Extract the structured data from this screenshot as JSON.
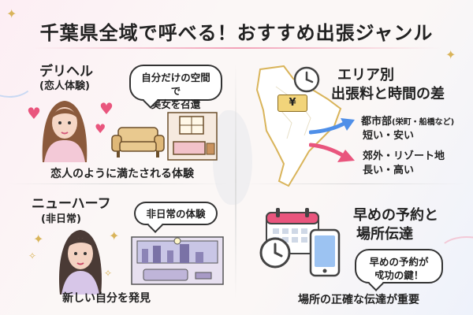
{
  "title": "千葉県全域で呼べる！おすすめ出張ジャンル",
  "deli": {
    "heading": "デリヘル",
    "sub": "(恋人体験)",
    "bubble_line1": "自分だけの空間で",
    "bubble_line2": "美女を召還",
    "caption": "恋人のように満たされる体験"
  },
  "newhalf": {
    "heading": "ニューハーフ",
    "sub": "(非日常)",
    "bubble": "非日常の体験",
    "caption": "新しい自分を発見"
  },
  "area": {
    "heading_line1": "エリア別",
    "heading_line2": "出張料と時間の差",
    "city_name": "都市部",
    "city_note": "(栄町・船橋など)",
    "city_desc": "短い・安い",
    "suburb_name": "郊外・リゾート地",
    "suburb_desc": "長い・高い",
    "yen_symbol": "¥"
  },
  "reserve": {
    "heading_line1": "早めの予約と",
    "heading_line2": "場所伝達",
    "bubble_line1": "早めの予約が",
    "bubble_line2": "成功の鍵！",
    "caption": "場所の正確な伝達が重要"
  },
  "icons": [
    "heart-icon",
    "sparkle-icon",
    "clock-icon",
    "yen-icon",
    "calendar-icon",
    "smartphone-icon",
    "sofa-icon",
    "bedroom-icon",
    "city-room-icon",
    "chiba-map-icon",
    "arrow-icon"
  ],
  "colors": {
    "accent_pink": "#e9557d",
    "accent_blue": "#4f8fe8",
    "gold": "#d9b45a",
    "map_fill": "#ffffff"
  }
}
